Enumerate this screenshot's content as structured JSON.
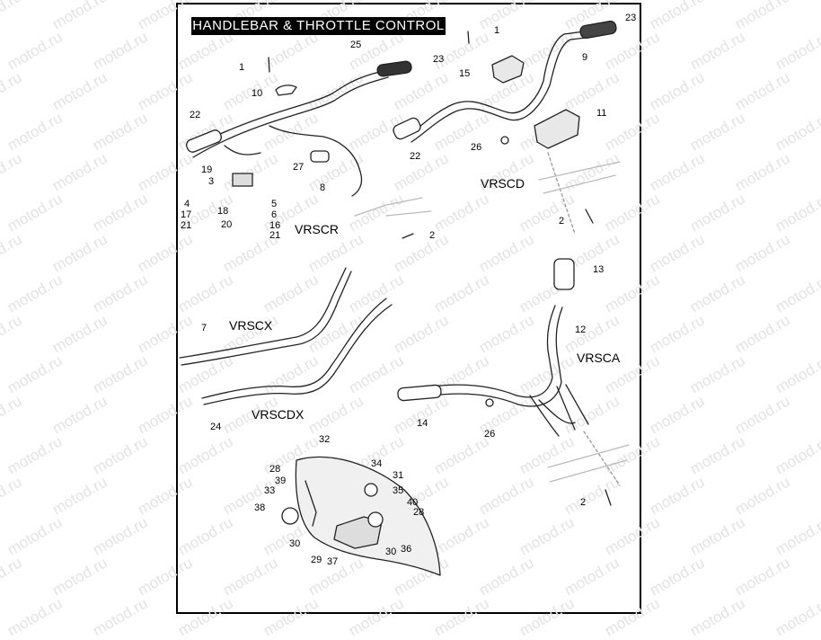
{
  "title": "HANDLEBAR & THROTTLE CONTROL",
  "watermark": "motod.ru",
  "models": {
    "vrscr": "VRSCR",
    "vrscd": "VRSCD",
    "vrscx": "VRSCX",
    "vrscdx": "VRSCDX",
    "vrsca": "VRSCA"
  },
  "callouts": {
    "vrscr": [
      "1",
      "25",
      "23",
      "10",
      "22",
      "19",
      "3",
      "4",
      "17",
      "21",
      "18",
      "20",
      "5",
      "6",
      "16",
      "21",
      "27",
      "8",
      "2"
    ],
    "vrscd": [
      "1",
      "23",
      "15",
      "9",
      "11",
      "26",
      "22",
      "2"
    ],
    "vrscx": [
      "7"
    ],
    "vrscdx": [
      "24"
    ],
    "vrsca": [
      "13",
      "12",
      "14",
      "26",
      "2"
    ],
    "windshield": [
      "32",
      "28",
      "39",
      "33",
      "38",
      "30",
      "34",
      "31",
      "35",
      "40",
      "28",
      "29",
      "37",
      "30",
      "36"
    ]
  },
  "colors": {
    "line": "#222222",
    "watermark": "#e3e3e3"
  }
}
